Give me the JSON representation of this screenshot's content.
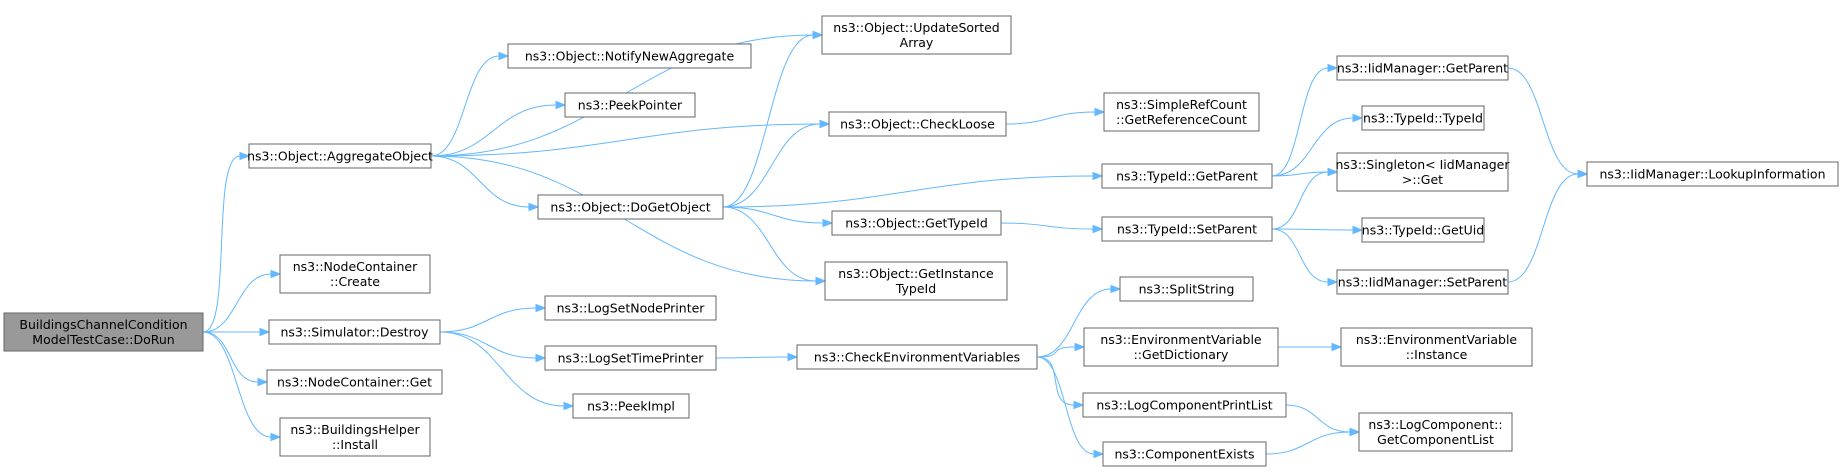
{
  "graph": {
    "type": "call-graph",
    "colors": {
      "edge": "#63b8ff",
      "root_fill": "#999999",
      "node_fill": "#ffffff",
      "node_border": "#666666"
    },
    "nodes": {
      "root": [
        "BuildingsChannelCondition",
        "ModelTestCase::DoRun"
      ],
      "aggregate": [
        "ns3::Object::AggregateObject"
      ],
      "ncCreate": [
        "ns3::NodeContainer",
        "::Create"
      ],
      "simDestroy": [
        "ns3::Simulator::Destroy"
      ],
      "ncGet": [
        "ns3::NodeContainer::Get"
      ],
      "bhInstall": [
        "ns3::BuildingsHelper",
        "::Install"
      ],
      "updSorted": [
        "ns3::Object::UpdateSorted",
        "Array"
      ],
      "notifyNew": [
        "ns3::Object::NotifyNewAggregate"
      ],
      "peekPtr": [
        "ns3::PeekPointer"
      ],
      "checkLoose": [
        "ns3::Object::CheckLoose"
      ],
      "doGet": [
        "ns3::Object::DoGetObject"
      ],
      "getTypeId": [
        "ns3::Object::GetTypeId"
      ],
      "getInst": [
        "ns3::Object::GetInstance",
        "TypeId"
      ],
      "logNode": [
        "ns3::LogSetNodePrinter"
      ],
      "logTime": [
        "ns3::LogSetTimePrinter"
      ],
      "peekImpl": [
        "ns3::PeekImpl"
      ],
      "checkEnv": [
        "ns3::CheckEnvironmentVariables"
      ],
      "srcGetRef": [
        "ns3::SimpleRefCount",
        "::GetReferenceCount"
      ],
      "tidGetParent": [
        "ns3::TypeId::GetParent"
      ],
      "tidSetParent": [
        "ns3::TypeId::SetParent"
      ],
      "splitStr": [
        "ns3::SplitString"
      ],
      "envGetDict": [
        "ns3::EnvironmentVariable",
        "::GetDictionary"
      ],
      "logCompPrint": [
        "ns3::LogComponentPrintList"
      ],
      "compExists": [
        "ns3::ComponentExists"
      ],
      "iidGetParent": [
        "ns3::IidManager::GetParent"
      ],
      "tidTypeId": [
        "ns3::TypeId::TypeId"
      ],
      "singletonGet": [
        "ns3::Singleton< IidManager",
        ">::Get"
      ],
      "tidGetUid": [
        "ns3::TypeId::GetUid"
      ],
      "iidSetParent": [
        "ns3::IidManager::SetParent"
      ],
      "envInstance": [
        "ns3::EnvironmentVariable",
        "::Instance"
      ],
      "logCompGetList": [
        "ns3::LogComponent::",
        "GetComponentList"
      ],
      "iidLookup": [
        "ns3::IidManager::LookupInformation"
      ]
    },
    "edges": [
      [
        "root",
        "aggregate"
      ],
      [
        "root",
        "ncCreate"
      ],
      [
        "root",
        "simDestroy"
      ],
      [
        "root",
        "ncGet"
      ],
      [
        "root",
        "bhInstall"
      ],
      [
        "aggregate",
        "updSorted"
      ],
      [
        "aggregate",
        "notifyNew"
      ],
      [
        "aggregate",
        "peekPtr"
      ],
      [
        "aggregate",
        "checkLoose"
      ],
      [
        "aggregate",
        "doGet"
      ],
      [
        "aggregate",
        "getInst"
      ],
      [
        "simDestroy",
        "logNode"
      ],
      [
        "simDestroy",
        "logTime"
      ],
      [
        "simDestroy",
        "peekImpl"
      ],
      [
        "doGet",
        "updSorted"
      ],
      [
        "doGet",
        "checkLoose"
      ],
      [
        "doGet",
        "tidGetParent"
      ],
      [
        "doGet",
        "getTypeId"
      ],
      [
        "doGet",
        "getInst"
      ],
      [
        "checkLoose",
        "srcGetRef"
      ],
      [
        "getTypeId",
        "tidSetParent"
      ],
      [
        "logTime",
        "checkEnv"
      ],
      [
        "checkEnv",
        "splitStr"
      ],
      [
        "checkEnv",
        "envGetDict"
      ],
      [
        "checkEnv",
        "logCompPrint"
      ],
      [
        "checkEnv",
        "compExists"
      ],
      [
        "tidGetParent",
        "iidGetParent"
      ],
      [
        "tidGetParent",
        "tidTypeId"
      ],
      [
        "tidGetParent",
        "singletonGet"
      ],
      [
        "tidSetParent",
        "singletonGet"
      ],
      [
        "tidSetParent",
        "tidGetUid"
      ],
      [
        "tidSetParent",
        "iidSetParent"
      ],
      [
        "envGetDict",
        "envInstance"
      ],
      [
        "logCompPrint",
        "logCompGetList"
      ],
      [
        "compExists",
        "logCompGetList"
      ],
      [
        "iidGetParent",
        "iidLookup"
      ],
      [
        "iidSetParent",
        "iidLookup"
      ]
    ]
  }
}
